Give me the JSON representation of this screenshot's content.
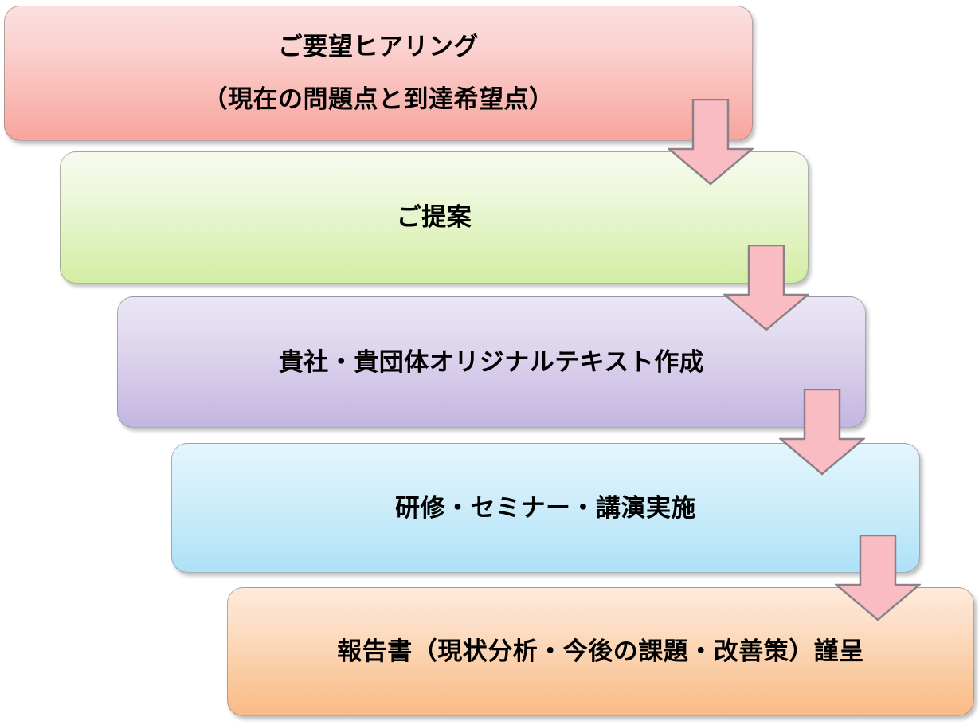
{
  "diagram": {
    "title": "",
    "type": "vertical-cascading-process-flow",
    "palette": {
      "arrow_fill": "#fabcc3",
      "arrow_stroke": "#8a8288",
      "text": "#000000",
      "background": "#ffffff"
    },
    "steps": [
      {
        "index": 1,
        "name": "requirements-hearing",
        "label": "ご要望ヒアリング",
        "sublabel": "（現在の問題点と到達希望点）",
        "color_start": "#fbe0e0",
        "color_end": "#f7a49c",
        "color_name": "pink"
      },
      {
        "index": 2,
        "name": "proposal",
        "label": "ご提案",
        "sublabel": "",
        "color_start": "#f6fbee",
        "color_end": "#d4eda4",
        "color_name": "green"
      },
      {
        "index": 3,
        "name": "original-text-creation",
        "label": "貴社・貴団体オリジナルテキスト作成",
        "sublabel": "",
        "color_start": "#eae6f4",
        "color_end": "#c3b5e0",
        "color_name": "purple"
      },
      {
        "index": 4,
        "name": "training-seminar-lecture",
        "label": "研修・セミナー・講演実施",
        "sublabel": "",
        "color_start": "#e4f6fc",
        "color_end": "#ade1f7",
        "color_name": "blue"
      },
      {
        "index": 5,
        "name": "report-submission",
        "label": "報告書（現状分析・今後の課題・改善策）謹呈",
        "sublabel": "",
        "color_start": "#fdeadb",
        "color_end": "#f9bb85",
        "color_name": "orange"
      }
    ],
    "connectors": [
      {
        "index": 1,
        "name": "arrow-step1-to-step2",
        "icon": "arrow-down-icon",
        "from": "requirements-hearing",
        "to": "proposal"
      },
      {
        "index": 2,
        "name": "arrow-step2-to-step3",
        "icon": "arrow-down-icon",
        "from": "proposal",
        "to": "original-text-creation"
      },
      {
        "index": 3,
        "name": "arrow-step3-to-step4",
        "icon": "arrow-down-icon",
        "from": "original-text-creation",
        "to": "training-seminar-lecture"
      },
      {
        "index": 4,
        "name": "arrow-step4-to-step5",
        "icon": "arrow-down-icon",
        "from": "training-seminar-lecture",
        "to": "report-submission"
      }
    ]
  }
}
